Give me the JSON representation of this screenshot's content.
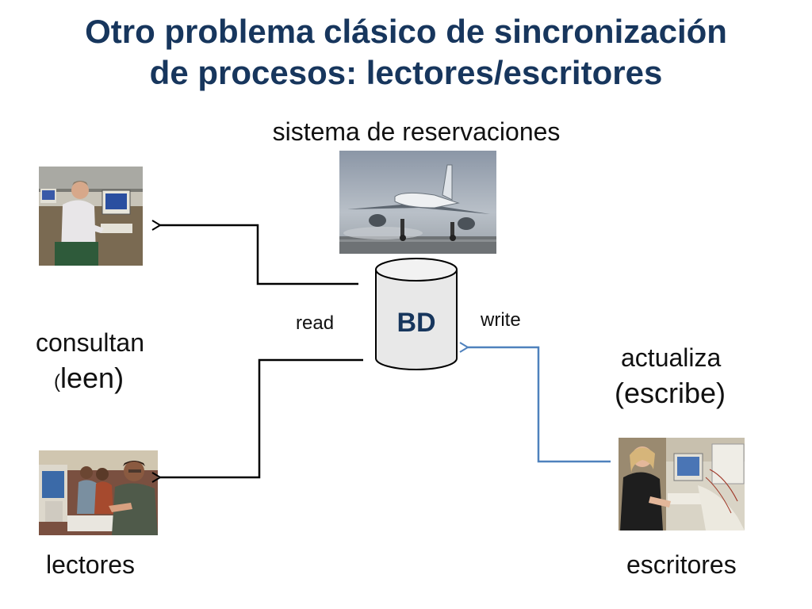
{
  "slide": {
    "title_line1": "Otro problema clásico de sincronización",
    "title_line2": "de procesos: lectores/escritores",
    "system_label": "sistema de reservaciones",
    "database_label": "BD",
    "read_label": "read",
    "write_label": "write",
    "readers_action": "consultan",
    "readers_action_paren_open": "(",
    "readers_action_paren_text": "leen)",
    "writers_action": "actualiza",
    "writers_action_paren": "(escribe)",
    "readers_label": "lectores",
    "writers_label": "escritores"
  },
  "colors": {
    "title": "#17365d",
    "read_arrow": "#000000",
    "write_arrow": "#4f81bd",
    "database_fill": "#e8e8e8"
  },
  "icons": [
    "airplane-photo",
    "office-reader-photo",
    "classroom-readers-photo",
    "office-writer-photo",
    "database-cylinder"
  ]
}
